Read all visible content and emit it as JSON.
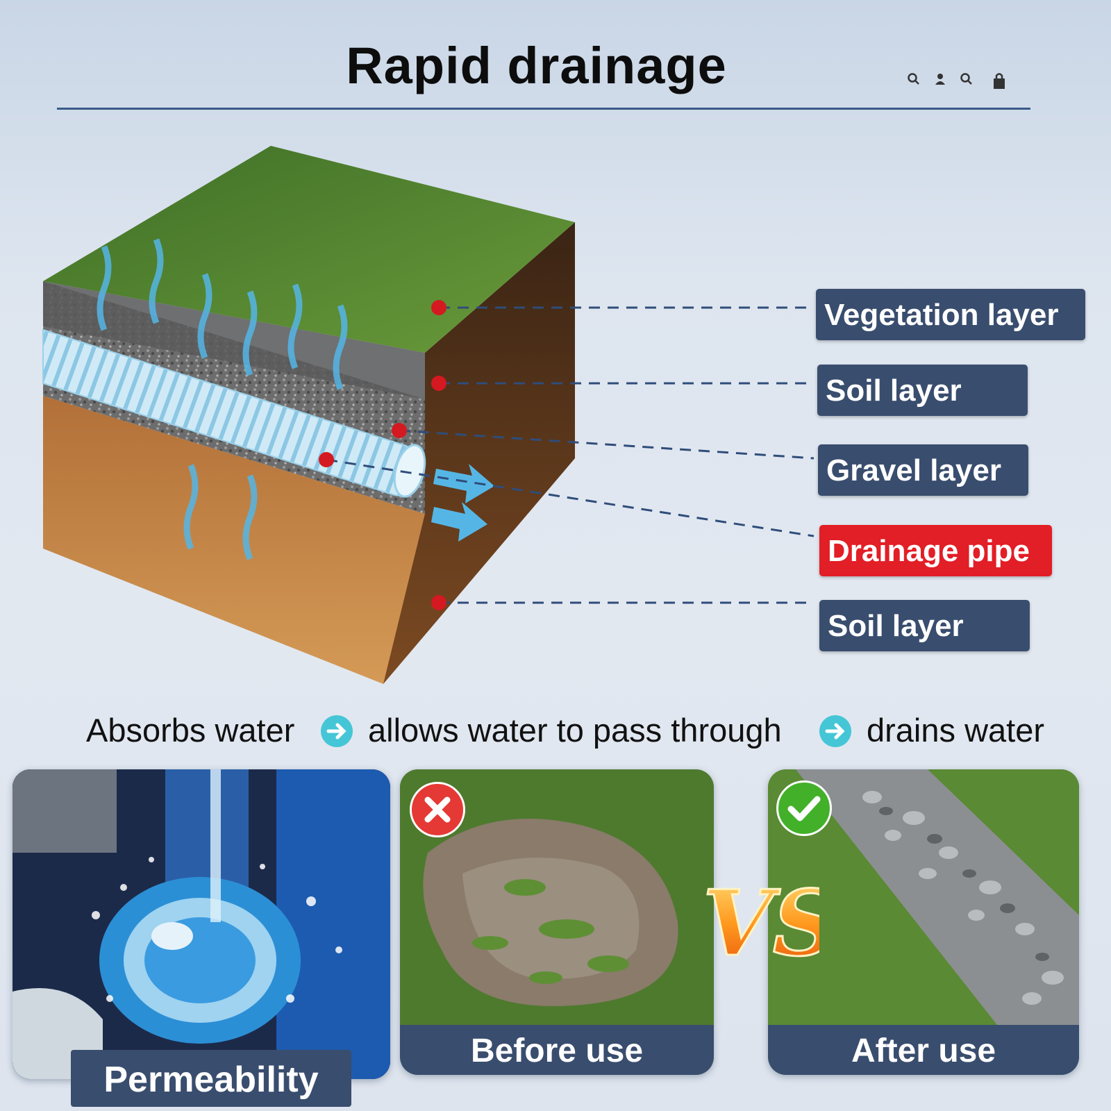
{
  "header": {
    "title": "Rapid drainage",
    "icons": [
      "search-icon",
      "user-icon",
      "search-icon",
      "cart-icon"
    ]
  },
  "diagram": {
    "layers": [
      {
        "label": "Vegetation layer",
        "highlight": false
      },
      {
        "label": "Soil layer",
        "highlight": false
      },
      {
        "label": "Gravel layer",
        "highlight": false
      },
      {
        "label": "Drainage pipe",
        "highlight": true
      },
      {
        "label": "Soil layer",
        "highlight": false
      }
    ],
    "colors": {
      "label_bg": "#394d6e",
      "highlight_bg": "#e21e26",
      "marker": "#d41920",
      "grass": "#4f7a2c",
      "gravel": "#6f6f6f",
      "soil": "#b8783c",
      "pipe": "#bfe3f2",
      "water_arrow": "#55b6e6"
    }
  },
  "flow": {
    "step1": "Absorbs water",
    "step2": "allows water to pass through",
    "step3": "drains water",
    "arrow_color": "#45c6d6"
  },
  "panels": {
    "permeability": {
      "caption": "Permeability"
    },
    "before": {
      "caption": "Before use",
      "badge": "x-icon",
      "badge_color": "#e53935"
    },
    "versus": {
      "text": "VS"
    },
    "after": {
      "caption": "After use",
      "badge": "check-icon",
      "badge_color": "#43b02a"
    }
  }
}
